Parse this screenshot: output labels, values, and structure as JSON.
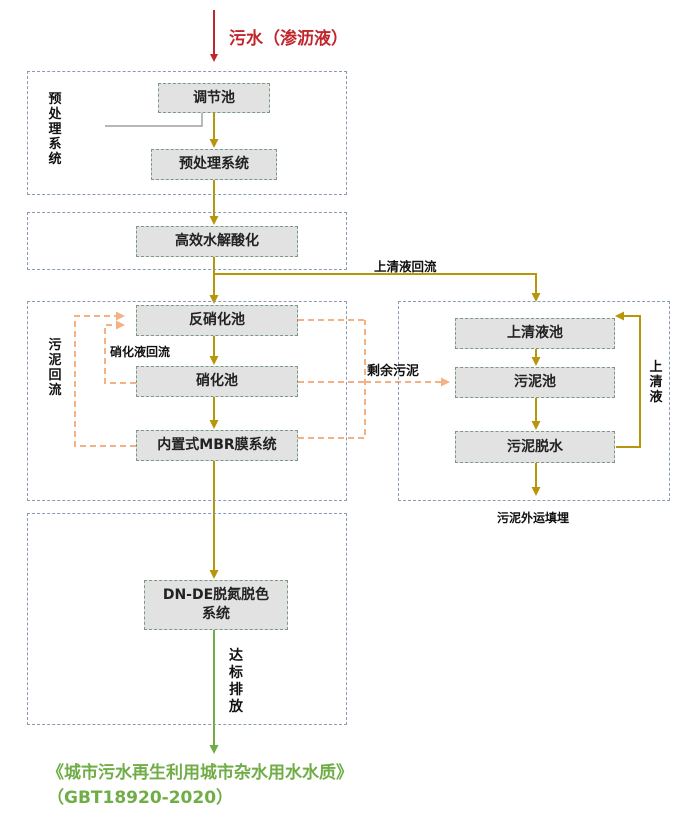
{
  "diagram": {
    "input_label": "污水（渗沥液）",
    "groups": {
      "pretreatment_label": "预处理系统",
      "sludge_return_label": "污泥回流"
    },
    "nodes": {
      "regulating_tank": "调节池",
      "pretreatment_system": "预处理系统",
      "hydrolysis": "高效水解酸化",
      "denitrification": "反硝化池",
      "nitrification": "硝化池",
      "mbr": "内置式MBR膜系统",
      "dnde_line1": "DN-DE脱氮脱色",
      "dnde_line2": "系统",
      "supernatant_tank": "上清液池",
      "sludge_tank": "污泥池",
      "sludge_dewatering": "污泥脱水"
    },
    "edge_labels": {
      "supernatant_return": "上清液回流",
      "nitrate_return": "硝化液回流",
      "excess_sludge": "剩余污泥",
      "supernatant": "上清液",
      "sludge_landfill": "污泥外运填埋",
      "discharge": "达标排放"
    },
    "standard_text": "《城市污水再生利用城市杂水用水水质》（GBT18920-2020）",
    "colors": {
      "input": "#c0272d",
      "flow": "#b8960c",
      "return": "#f4b183",
      "discharge": "#70ad47",
      "group_border": "#8a9bb5"
    }
  }
}
